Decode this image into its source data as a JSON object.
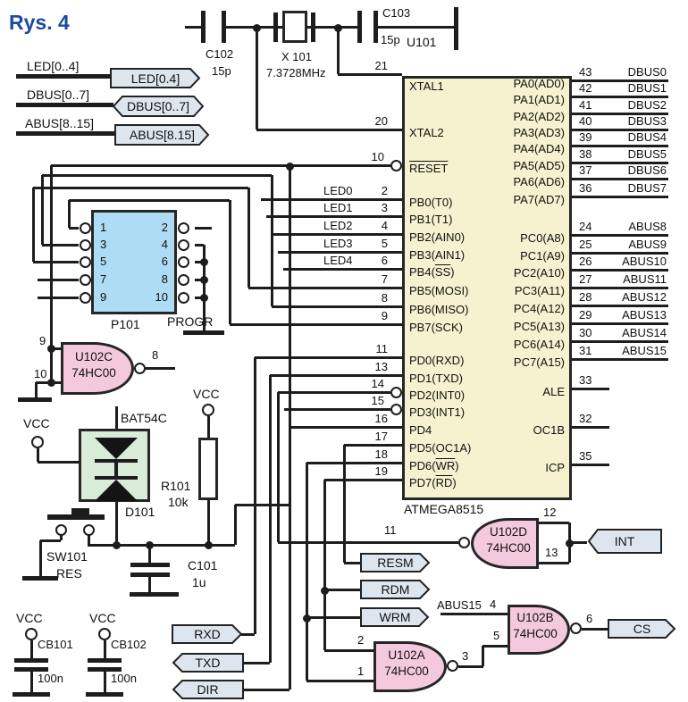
{
  "title": "Rys. 4",
  "colors": {
    "accent_blue": "#1b4a9e",
    "ic_fill": "#f6f2d0",
    "connector_fill": "#aedcf4",
    "gate_fill": "#f5c9dd",
    "diode_fill": "#d9ebd9",
    "tag_fill": "#dde6ee",
    "wire": "#1d1d1d"
  },
  "buses": [
    {
      "label": "LED[0..4]",
      "tag": "LED[0.4]"
    },
    {
      "label": "DBUS[0..7]",
      "tag": "DBUS[0..7]"
    },
    {
      "label": "ABUS[8..15]",
      "tag": "ABUS[8.15]"
    }
  ],
  "crystal": {
    "c102_ref": "C102",
    "c102_val": "15p",
    "x101_ref": "X 101",
    "x101_val": "7.3728MHz",
    "c103_ref": "C103",
    "c103_val": "15p"
  },
  "mcu": {
    "ref": "U101",
    "part": "ATMEGA8515",
    "left_pins": [
      {
        "num": "21",
        "name": "XTAL1"
      },
      {
        "num": "20",
        "name": "XTAL2"
      },
      {
        "num": "10",
        "name": "RESET",
        "ov": "RESET",
        "bubble": true
      },
      {
        "num": "2",
        "name": "PB0(T0)",
        "net": "LED0"
      },
      {
        "num": "3",
        "name": "PB1(T1)",
        "net": "LED1"
      },
      {
        "num": "4",
        "name": "PB2(AIN0)",
        "net": "LED2"
      },
      {
        "num": "5",
        "name": "PB3(AIN1)",
        "net": "LED3"
      },
      {
        "num": "6",
        "name": "PB4(SS)",
        "ov": "SS",
        "net": "LED4"
      },
      {
        "num": "7",
        "name": "PB5(MOSI)"
      },
      {
        "num": "8",
        "name": "PB6(MISO)"
      },
      {
        "num": "9",
        "name": "PB7(SCK)"
      },
      {
        "num": "11",
        "name": "PD0(RXD)"
      },
      {
        "num": "13",
        "name": "PD1(TXD)"
      },
      {
        "num": "14",
        "name": "PD2(INT0)",
        "bubble": true
      },
      {
        "num": "15",
        "name": "PD3(INT1)",
        "bubble": true
      },
      {
        "num": "16",
        "name": "PD4"
      },
      {
        "num": "17",
        "name": "PD5(OC1A)"
      },
      {
        "num": "18",
        "name": "PD6(WR)",
        "ov": "WR"
      },
      {
        "num": "19",
        "name": "PD7(RD)",
        "ov": "RD"
      }
    ],
    "right_pins": [
      {
        "num": "43",
        "name": "PA0(AD0)",
        "net": "DBUS0"
      },
      {
        "num": "42",
        "name": "PA1(AD1)",
        "net": "DBUS1"
      },
      {
        "num": "41",
        "name": "PA2(AD2)",
        "net": "DBUS2"
      },
      {
        "num": "40",
        "name": "PA3(AD3)",
        "net": "DBUS3"
      },
      {
        "num": "39",
        "name": "PA4(AD4)",
        "net": "DBUS4"
      },
      {
        "num": "38",
        "name": "PA5(AD5)",
        "net": "DBUS5"
      },
      {
        "num": "37",
        "name": "PA6(AD6)",
        "net": "DBUS6"
      },
      {
        "num": "36",
        "name": "PA7(AD7)",
        "net": "DBUS7"
      },
      {
        "num": "24",
        "name": "PC0(A8)",
        "net": "ABUS8"
      },
      {
        "num": "25",
        "name": "PC1(A9)",
        "net": "ABUS9"
      },
      {
        "num": "26",
        "name": "PC2(A10)",
        "net": "ABUS10"
      },
      {
        "num": "27",
        "name": "PC3(A11)",
        "net": "ABUS11"
      },
      {
        "num": "28",
        "name": "PC4(A12)",
        "net": "ABUS12"
      },
      {
        "num": "29",
        "name": "PC5(A13)",
        "net": "ABUS13"
      },
      {
        "num": "30",
        "name": "PC6(A14)",
        "net": "ABUS14"
      },
      {
        "num": "31",
        "name": "PC7(A15)",
        "net": "ABUS15"
      },
      {
        "num": "33",
        "name": "ALE"
      },
      {
        "num": "32",
        "name": "OC1B"
      },
      {
        "num": "35",
        "name": "ICP"
      }
    ]
  },
  "progr": {
    "ref": "P101",
    "label": "PROGR",
    "left_pins": [
      "1",
      "3",
      "5",
      "7",
      "9"
    ],
    "right_pins": [
      "2",
      "4",
      "6",
      "8",
      "10"
    ]
  },
  "gates": {
    "u102c": {
      "ref": "U102C",
      "part": "74HC00",
      "in1": "9",
      "in2": "10",
      "out": "8"
    },
    "u102d": {
      "ref": "U102D",
      "part": "74HC00",
      "in1": "12",
      "in2": "13",
      "out": "11"
    },
    "u102a": {
      "ref": "U102A",
      "part": "74HC00",
      "in1": "2",
      "in2": "1",
      "out": "3"
    },
    "u102b": {
      "ref": "U102B",
      "part": "74HC00",
      "in1": "4",
      "in2": "5",
      "out": "6",
      "in1_net": "ABUS15"
    }
  },
  "reset_parts": {
    "d101_part": "BAT54C",
    "d101_ref": "D101",
    "sw_ref": "SW101",
    "sw_label": "RES",
    "r_ref": "R101",
    "r_val": "10k",
    "c_ref": "C101",
    "c_val": "1u"
  },
  "bypass": [
    {
      "ref": "CB101",
      "val": "100n"
    },
    {
      "ref": "CB102",
      "val": "100n"
    }
  ],
  "net_tags": {
    "rxd": "RXD",
    "txd": "TXD",
    "dir": "DIR",
    "resm": "RESM",
    "rdm": "RDM",
    "wrm": "WRM",
    "int": "INT",
    "cs": "CS"
  },
  "power_label": "VCC"
}
